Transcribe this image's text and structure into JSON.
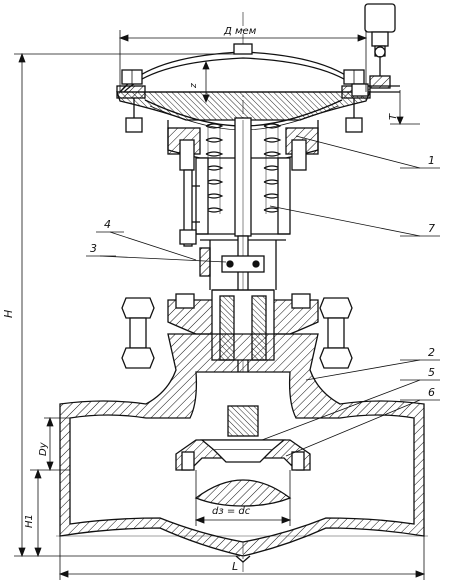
{
  "dimensions": {
    "d_diaph": "Д мем",
    "H": "H",
    "H1": "H1",
    "L": "L",
    "Dy": "Dy",
    "ds_dc": "dз = dc",
    "z": "z",
    "T": "Т"
  },
  "callouts": [
    "1",
    "7",
    "4",
    "3",
    "2",
    "5",
    "6"
  ],
  "colors": {
    "ink": "#111111",
    "paper": "#ffffff"
  }
}
